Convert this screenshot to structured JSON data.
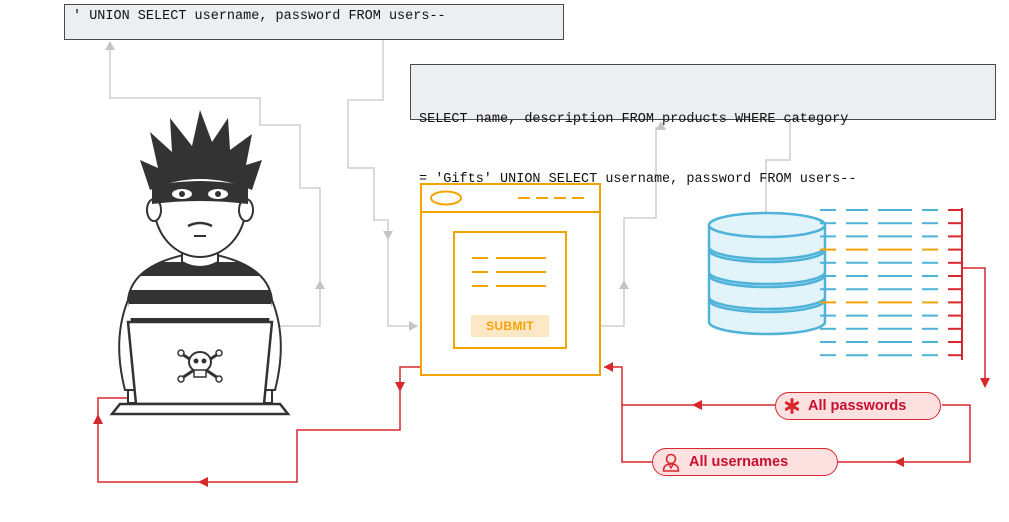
{
  "attacker_query": "' UNION SELECT username, password FROM users--",
  "full_query": {
    "line1": "SELECT name, description FROM products WHERE category",
    "line2": "= 'Gifts' UNION SELECT username, password FROM users--"
  },
  "web_form": {
    "submit_label": "SUBMIT"
  },
  "results": {
    "passwords_label": "All passwords",
    "usernames_label": "All usernames"
  },
  "colors": {
    "flow_gray": "#c5c5c5",
    "web_orange": "#f5a300",
    "database_blue": "#4fb3d9",
    "result_red": "#d9272e",
    "attacker_dark": "#333333"
  },
  "icons": {
    "skull": "skull-crossbones-icon",
    "password": "asterisk-icon",
    "user": "user-icon",
    "database": "database-icon"
  }
}
